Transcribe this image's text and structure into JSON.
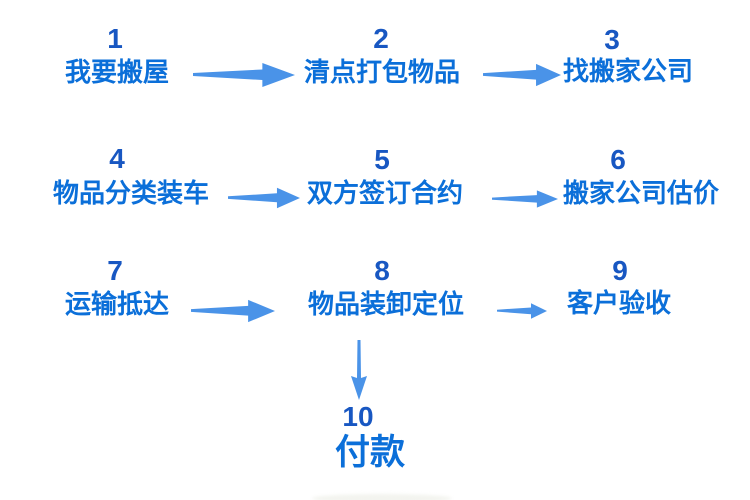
{
  "page": {
    "background": "#ffffff",
    "description": "Moving house process flowchart with 10 numbered steps"
  },
  "colors": {
    "step_number": "#1857c2",
    "step_label": "#0b6fd9",
    "arrow": "#4a93e8"
  },
  "steps": [
    {
      "number": "1",
      "label": "我要搬屋"
    },
    {
      "number": "2",
      "label": "清点打包物品"
    },
    {
      "number": "3",
      "label": "找搬家公司"
    },
    {
      "number": "4",
      "label": "物品分类装车"
    },
    {
      "number": "5",
      "label": "双方签订合约"
    },
    {
      "number": "6",
      "label": "搬家公司估价"
    },
    {
      "number": "7",
      "label": "运输抵达"
    },
    {
      "number": "8",
      "label": "物品装卸定位"
    },
    {
      "number": "9",
      "label": "客户验收"
    },
    {
      "number": "10",
      "label": "付款"
    }
  ],
  "flow": {
    "connections": [
      {
        "from": "1",
        "to": "2",
        "direction": "right"
      },
      {
        "from": "2",
        "to": "3",
        "direction": "right"
      },
      {
        "from": "4",
        "to": "5",
        "direction": "right"
      },
      {
        "from": "5",
        "to": "6",
        "direction": "right"
      },
      {
        "from": "7",
        "to": "8",
        "direction": "right"
      },
      {
        "from": "8",
        "to": "9",
        "direction": "right"
      },
      {
        "from": "8",
        "to": "10",
        "direction": "down"
      }
    ]
  }
}
